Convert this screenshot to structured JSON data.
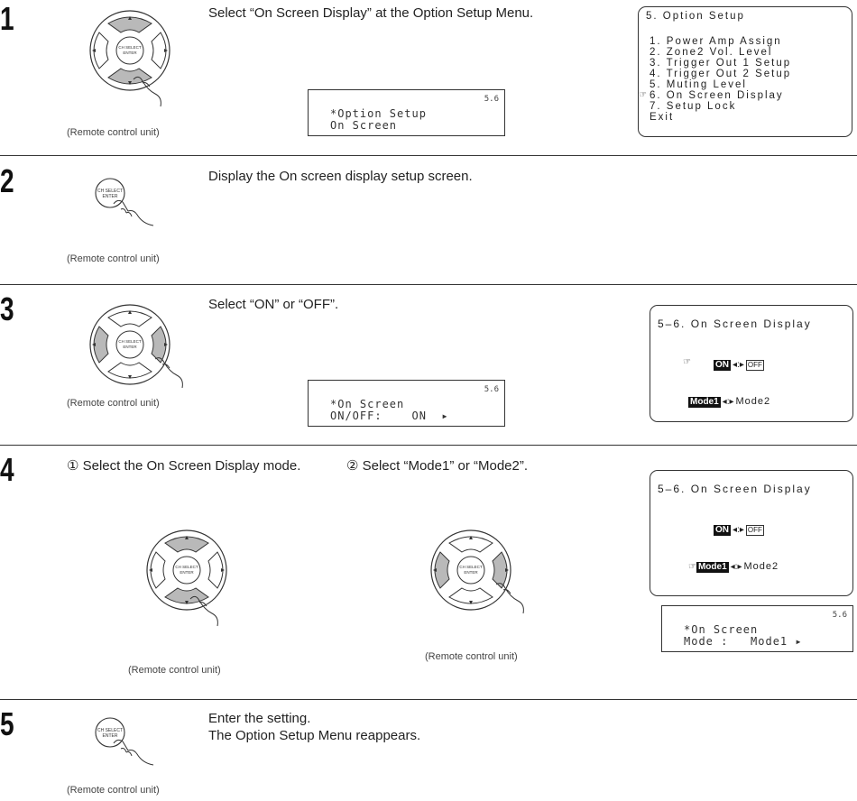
{
  "steps": [
    {
      "number": "1",
      "instruction": "Select “On Screen Display” at the Option Setup Menu.",
      "caption": "(Remote control unit)",
      "lcd": {
        "code": "5.6",
        "line1": "*Option Setup",
        "line2": "On Screen"
      },
      "menu": {
        "title": "5. Option Setup",
        "items": [
          "1. Power Amp Assign",
          "2. Zone2 Vol. Level",
          "3. Trigger Out 1 Setup",
          "4. Trigger Out 2 Setup",
          "5. Muting Level",
          "6. On Screen Display",
          "7. Setup Lock",
          "Exit"
        ]
      }
    },
    {
      "number": "2",
      "instruction": "Display the On screen display setup screen.",
      "caption": "(Remote control unit)",
      "button_label_1": "CH SELECT",
      "button_label_2": "ENTER"
    },
    {
      "number": "3",
      "instruction": "Select “ON” or “OFF”.",
      "caption": "(Remote control unit)",
      "lcd": {
        "code": "5.6",
        "line1": "*On Screen",
        "line2": "ON/OFF:    ON  ▸"
      },
      "menu": {
        "title": "5–6. On Screen Display",
        "on": "ON",
        "off": "OFF",
        "mode1": "Mode1",
        "mode2": "Mode2"
      }
    },
    {
      "number": "4",
      "instruction_a": "① Select the On Screen Display mode.",
      "instruction_b": "② Select “Mode1” or “Mode2”.",
      "caption_a": "(Remote control unit)",
      "caption_b": "(Remote control unit)",
      "lcd": {
        "code": "5.6",
        "line1": "*On Screen",
        "line2": "Mode :   Mode1 ▸"
      },
      "menu": {
        "title": "5–6. On Screen Display",
        "on": "ON",
        "off": "OFF",
        "mode1": "Mode1",
        "mode2": "Mode2"
      }
    },
    {
      "number": "5",
      "instruction_1": "Enter the setting.",
      "instruction_2": "The Option Setup Menu reappears.",
      "caption": "(Remote control unit)"
    }
  ],
  "remote_labels": {
    "top": "CH SELECT",
    "bottom": "ENTER",
    "up": "▲",
    "down": "▼",
    "left": "◀",
    "right": "▶"
  },
  "pointer_symbol": "☞",
  "sep": ":",
  "colors": {
    "pressed": "#b9b9b9",
    "line": "#333333"
  }
}
